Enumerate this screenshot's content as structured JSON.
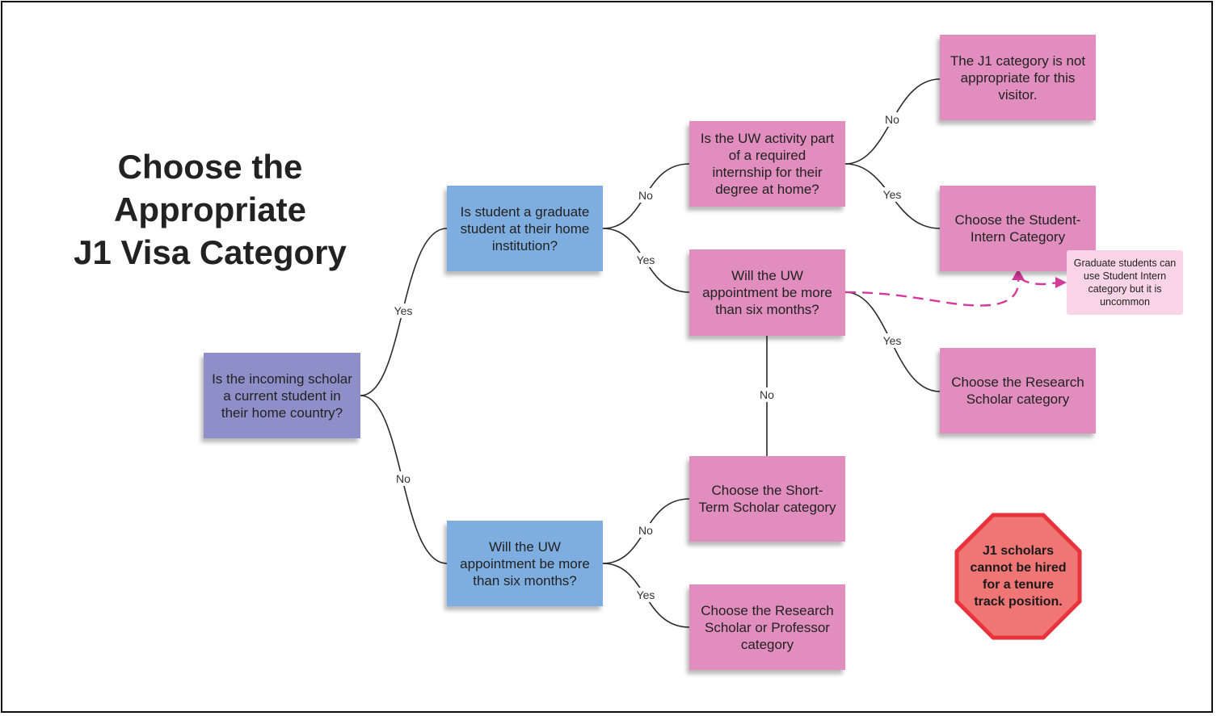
{
  "title": {
    "line1": "Choose the",
    "line2": "Appropriate",
    "line3": "J1 Visa Category"
  },
  "nodes": {
    "q_current_student": "Is the incoming scholar a current student in their home country?",
    "q_graduate_student": "Is student a graduate student at their home institution?",
    "q_more_than_six_months_nonstudent": "Will the UW appointment be more than six months?",
    "q_required_internship": "Is the UW activity part of a required internship for their degree at home?",
    "q_more_than_six_months_grad": "Will the UW appointment be more than six months?",
    "r_not_appropriate": "The J1 category is not appropriate for this visitor.",
    "r_student_intern": "Choose the Student-Intern Category",
    "r_research_scholar": "Choose the Research Scholar category",
    "r_short_term": "Choose the Short-Term Scholar category",
    "r_research_professor": "Choose the Research Scholar or Professor category"
  },
  "note": "Graduate students can use Student Intern category but it is uncommon",
  "stop_sign": "J1 scholars cannot be hired for a tenure track position.",
  "labels": {
    "yes": "Yes",
    "no": "No"
  },
  "colors": {
    "start_node": "#8e8fc9",
    "question_node": "#7eaee0",
    "result_node": "#e18dbe",
    "note": "#f8d4e6",
    "dashed_arrow": "#d43a9a",
    "stop_fill": "#f07575",
    "stop_border": "#e8333d"
  }
}
